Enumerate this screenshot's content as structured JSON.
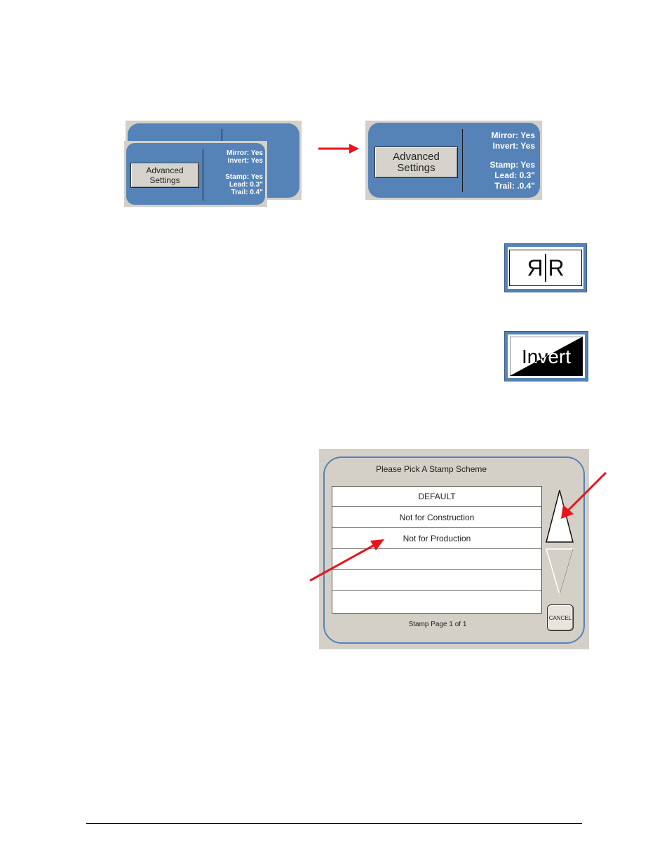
{
  "settings_panel_small": {
    "button_label_line1": "Advanced",
    "button_label_line2": "Settings",
    "mirror": "Mirror: Yes",
    "invert": "Invert: Yes",
    "stamp": "Stamp: Yes",
    "lead": "Lead: 0.3\"",
    "trail": "Trail:  0.4\""
  },
  "settings_panel_large": {
    "button_label_line1": "Advanced",
    "button_label_line2": "Settings",
    "mirror": "Mirror: Yes",
    "invert": "Invert: Yes",
    "stamp": "Stamp: Yes",
    "lead": "Lead: 0.3\"",
    "trail": "Trail:  .0.4\""
  },
  "mirror_icon": {
    "glyph_left": "R",
    "glyph_right": "R"
  },
  "invert_icon": {
    "label": "Invert"
  },
  "stamp_dialog": {
    "title": "Please Pick A Stamp Scheme",
    "items": [
      "DEFAULT",
      "Not for Construction",
      "Not for Production",
      "",
      "",
      ""
    ],
    "page_info": "Stamp Page 1 of 1",
    "cancel_label": "CANCEL"
  },
  "colors": {
    "panel_blue": "#5583b7",
    "frame_gray": "#d4d0c8",
    "arrow_red": "#e8141c"
  }
}
